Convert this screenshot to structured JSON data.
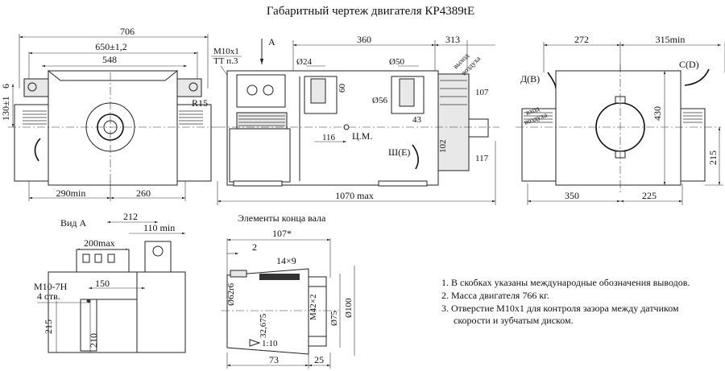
{
  "title": "Габаритный чертеж двигателя КР4389tE",
  "front_view": {
    "dims": {
      "overall": "706",
      "bolt": "650±1,2",
      "inner": "548",
      "r15": "R15",
      "h130": "130±1",
      "h6": "6",
      "left_c": "290min",
      "right_c": "260"
    }
  },
  "side_view": {
    "labels": {
      "m10": "М10х1",
      "ttp": "ТТ п.3",
      "arrow_a": "А",
      "d24": "Ø24",
      "d50": "Ø50",
      "d56": "Ø56",
      "v60": "60",
      "v107": "107",
      "v43": "43",
      "v116": "116",
      "cm": "Ц.М.",
      "v102": "102",
      "sh": "Ш(Е)",
      "v117": "117",
      "exhaust": "выход",
      "exhaust2": "воздуха"
    },
    "dims": {
      "d360": "360",
      "d313": "313",
      "total": "1070 max"
    }
  },
  "end_view": {
    "labels": {
      "dv": "Д(В)",
      "cd": "С(D)",
      "inlet": "вход",
      "inlet2": "воздуха"
    },
    "dims": {
      "d272": "272",
      "d315": "315min",
      "d430": "430",
      "d215": "215",
      "d350": "350",
      "d225": "225"
    }
  },
  "view_a": {
    "title": "Вид А",
    "dims": {
      "d212": "212",
      "d110": "110 min",
      "d200": "200max",
      "m10": "М10-7Н",
      "holes": "4 отв.",
      "d150": "150",
      "d215": "215",
      "d210": "210"
    }
  },
  "shaft": {
    "title": "Элементы конца вала",
    "dims": {
      "d107": "107*",
      "d2": "2",
      "key": "14×9",
      "d62": "Ø62r6",
      "d32": "32,675",
      "taper": "1:10",
      "m42": "M42×2",
      "d75": "Ø75",
      "d100": "Ø100",
      "d73": "73",
      "d25": "25"
    }
  },
  "notes": [
    "1. В скобках указаны международные обозначения выводов.",
    "2. Масса двигателя 766 кг.",
    "3. Отверстие М10х1 для контроля зазора между датчиком",
    "скорости и зубчатым диском."
  ]
}
